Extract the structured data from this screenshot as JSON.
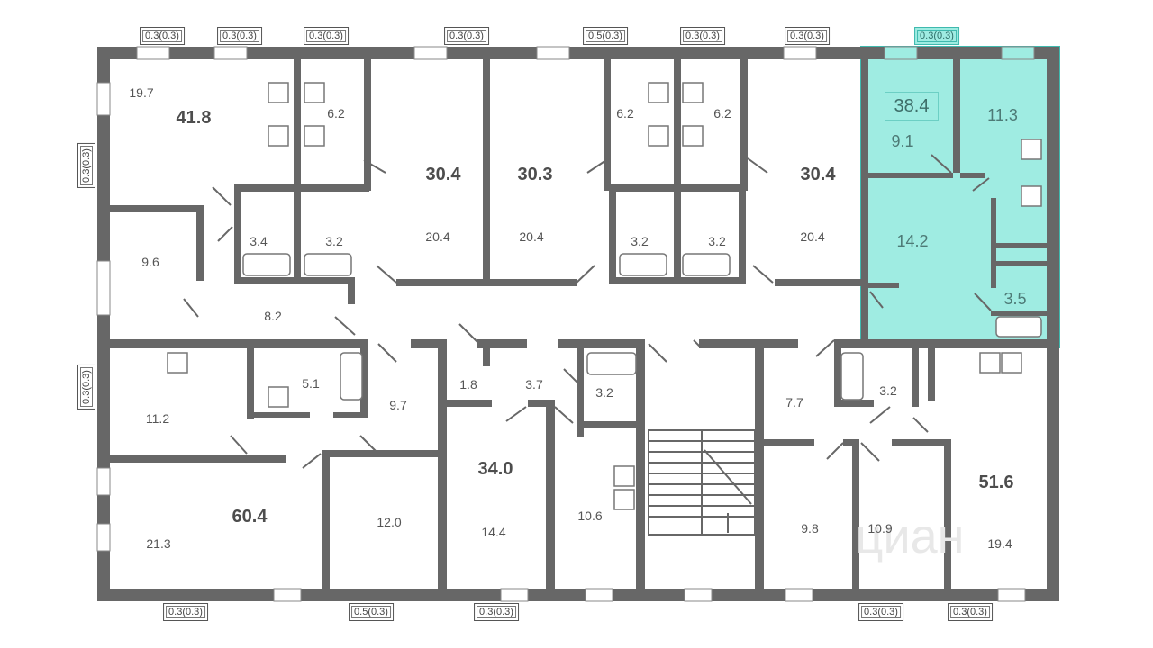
{
  "colors": {
    "wall": "#676767",
    "selected_fill": "#9fece2",
    "selected_border": "#3fb9ae",
    "text": "#555555"
  },
  "watermark": "циан",
  "selected_apartment": {
    "total_area": "38.4",
    "rooms": [
      "11.3",
      "9.1",
      "14.2",
      "3.5"
    ],
    "balcony": "0.3(0.3)"
  },
  "apartments_total": [
    "41.8",
    "30.4",
    "30.3",
    "30.4",
    "60.4",
    "34.0",
    "51.6"
  ],
  "rooms": {
    "r19_7": "19.7",
    "r6_2a": "6.2",
    "r6_2b": "6.2",
    "r6_2c": "6.2",
    "r20_4a": "20.4",
    "r20_4b": "20.4",
    "r20_4c": "20.4",
    "r3_4": "3.4",
    "r3_2a": "3.2",
    "r3_2b": "3.2",
    "r3_2c": "3.2",
    "r9_6": "9.6",
    "r8_2": "8.2",
    "r11_2": "11.2",
    "r5_1": "5.1",
    "r9_7": "9.7",
    "r1_8": "1.8",
    "r3_7": "3.7",
    "r3_2d": "3.2",
    "r7_7": "7.7",
    "r3_2e": "3.2",
    "r21_3": "21.3",
    "r12_0": "12.0",
    "r14_4": "14.4",
    "r10_6": "10.6",
    "r9_8": "9.8",
    "r10_9": "10.9",
    "r19_4": "19.4"
  },
  "balconies": {
    "top": [
      "0.3(0.3)",
      "0.3(0.3)",
      "0.3(0.3)",
      "0.3(0.3)",
      "0.5(0.3)",
      "0.3(0.3)",
      "0.3(0.3)"
    ],
    "left": [
      "0.3(0.3)",
      "0.3(0.3)"
    ],
    "bottom": [
      "0.3(0.3)",
      "0.5(0.3)",
      "0.3(0.3)",
      "0.3(0.3)",
      "0.3(0.3)"
    ]
  }
}
